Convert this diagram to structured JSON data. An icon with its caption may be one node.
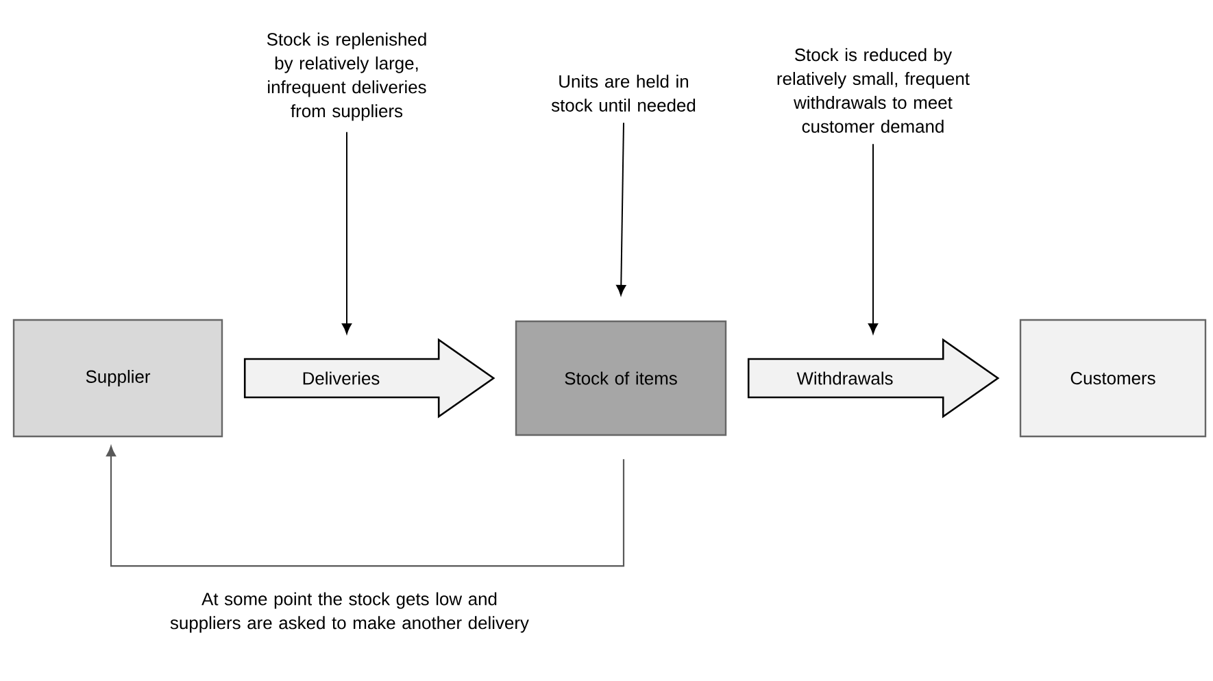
{
  "diagram": {
    "nodes": [
      {
        "text": [
          "Supplier"
        ]
      },
      {
        "text": [
          "Stock of items"
        ]
      },
      {
        "text": [
          "Customers"
        ]
      },
      {
        "text": [
          "Stock is replenished by relatively large, infrequent deliveries from suppliers"
        ]
      },
      {
        "text": [
          "Units are held in stock until needed"
        ]
      },
      {
        "text": [
          "Stock is reduced by relatively small, frequent withdrawals to meet customer demand"
        ]
      }
    ],
    "edges": [
      {
        "from": 0,
        "to": 1,
        "arrow": "to",
        "label": "Deliveries"
      },
      {
        "from": 1,
        "to": 2,
        "arrow": "to",
        "label": "Withdrawals"
      },
      {
        "from": 3,
        "to": null,
        "arrow": "to"
      },
      {
        "from": 4,
        "to": 1,
        "arrow": "to"
      },
      {
        "from": 5,
        "to": null,
        "arrow": "to"
      },
      {
        "from": 1,
        "to": 0,
        "arrow": "to",
        "label": "At some point the stock gets low and suppliers are asked to make another delivery"
      }
    ]
  }
}
